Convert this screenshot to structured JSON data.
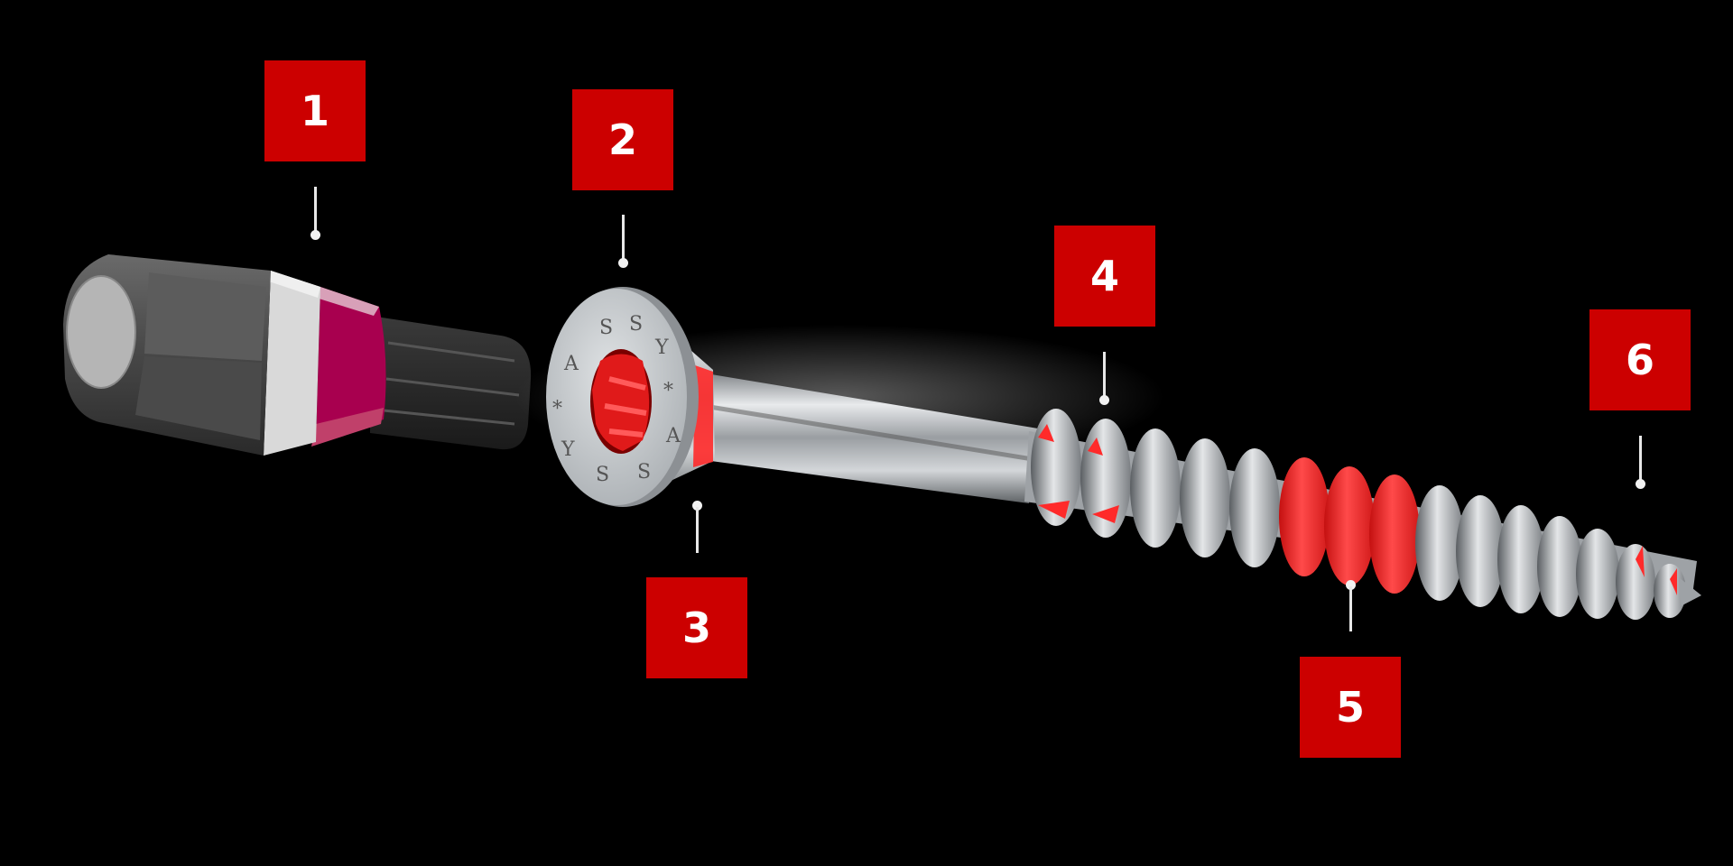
{
  "scene": {
    "background": "#000000",
    "subject": "Exploded view of a countersunk wood screw with its drive bit",
    "head_marking": [
      "A",
      "S",
      "S",
      "Y",
      "*"
    ]
  },
  "colors": {
    "callout_red": "#cc0000",
    "callout_text": "#ffffff",
    "highlight_red": "#ff2a2a",
    "bit_band_white": "#d9d9d9",
    "bit_band_magenta": "#a8004f",
    "steel": "#b8bcc0"
  },
  "callouts": [
    {
      "label": "1",
      "target": "drive-bit"
    },
    {
      "label": "2",
      "target": "screw-head-recess"
    },
    {
      "label": "3",
      "target": "countersunk-head-underside"
    },
    {
      "label": "4",
      "target": "thread-start-cutters"
    },
    {
      "label": "5",
      "target": "highlighted-thread-section"
    },
    {
      "label": "6",
      "target": "screw-tip"
    }
  ]
}
